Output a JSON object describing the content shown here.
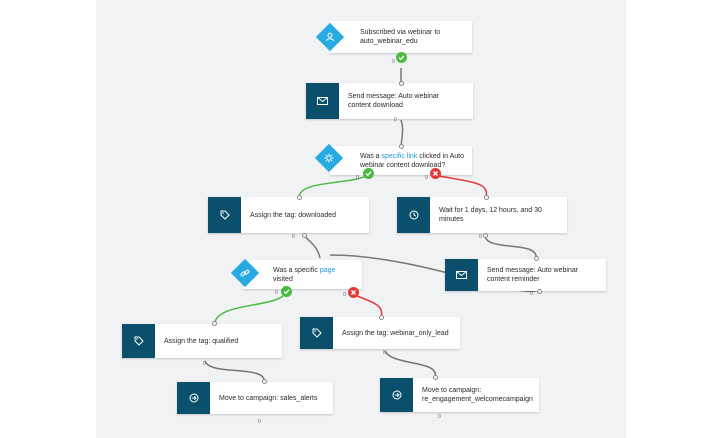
{
  "workflow": {
    "trigger": {
      "icon": "user-icon",
      "text": "Subscribed via webinar to auto_webinar_edu",
      "count": "0"
    },
    "step_send_1": {
      "icon": "envelope-icon",
      "text": "Send message: Auto webinar content download",
      "count": "0"
    },
    "condition_link": {
      "icon": "gear-icon",
      "text_before": "Was a ",
      "link": "specific link",
      "text_after": " clicked in Auto webinar content download?",
      "count_yes": "0",
      "count_no": "0"
    },
    "step_tag_downloaded": {
      "icon": "tag-icon",
      "text": "Assign the tag: downloaded",
      "count": "0"
    },
    "step_wait": {
      "icon": "clock-icon",
      "text": "Wait for 1 days, 12 hours, and 30 minutes",
      "count": "0"
    },
    "step_send_2": {
      "icon": "envelope-icon",
      "text": "Send message: Auto webinar content reminder",
      "count": "0"
    },
    "condition_page": {
      "icon": "link-icon",
      "text_before": "Was a specific ",
      "link": "page",
      "text_after": " visited",
      "count_yes": "0",
      "count_no": "0"
    },
    "step_tag_qualified": {
      "icon": "tag-icon",
      "text": "Assign the tag: qualified",
      "count": "0"
    },
    "step_tag_webinar_only": {
      "icon": "tag-icon",
      "text": "Assign the tag: webinar_only_lead",
      "count": "0"
    },
    "step_move_sales": {
      "icon": "arrow-circle-icon",
      "text": "Move to campaign: sales_alerts",
      "count": "0"
    },
    "step_move_reengage": {
      "icon": "arrow-circle-icon",
      "text": "Move to campaign: re_engagement_welcomecampaign",
      "count": "0"
    }
  },
  "colors": {
    "node_icon_bg": "#0a4f6b",
    "diamond": "#27a9e1",
    "yes": "#4cb943",
    "no": "#e53935",
    "link": "#1a9ad6"
  }
}
